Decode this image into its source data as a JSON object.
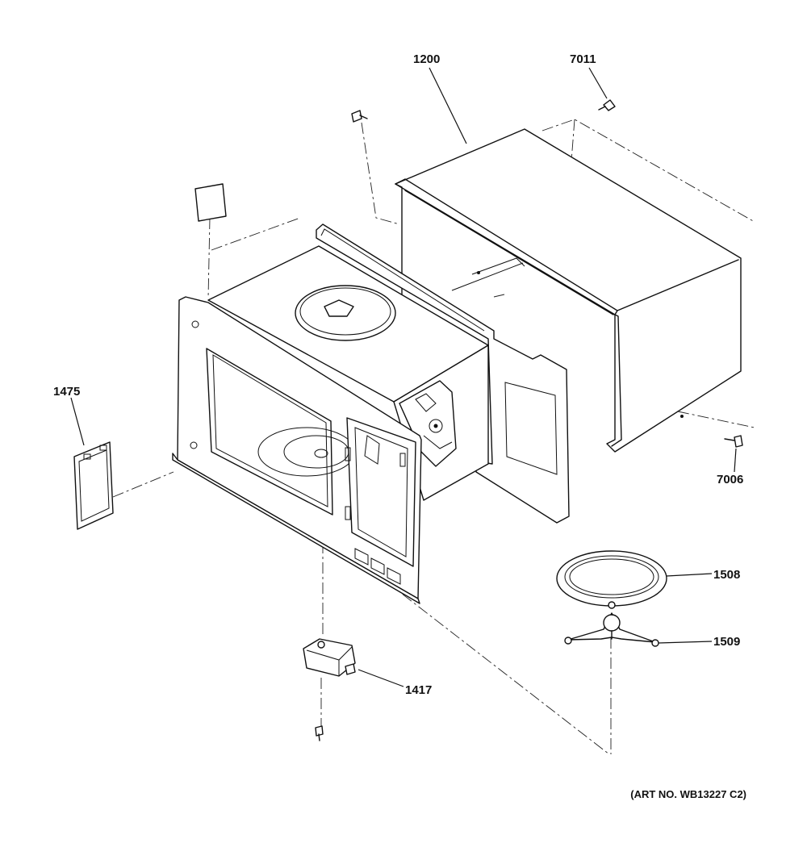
{
  "parts": [
    {
      "id": "p1200",
      "number": "1200",
      "name": "outer case cover"
    },
    {
      "id": "p7011",
      "number": "7011",
      "name": "screw"
    },
    {
      "id": "p7006",
      "number": "7006",
      "name": "screw"
    },
    {
      "id": "p1475",
      "number": "1475",
      "name": "waveguide cover"
    },
    {
      "id": "p1508",
      "number": "1508",
      "name": "glass turntable tray"
    },
    {
      "id": "p1509",
      "number": "1509",
      "name": "roller ring support"
    },
    {
      "id": "p1417",
      "number": "1417",
      "name": "turntable motor"
    }
  ],
  "labels": {
    "p1200": "1200",
    "p7011": "7011",
    "p7006": "7006",
    "p1475": "1475",
    "p1508": "1508",
    "p1509": "1509",
    "p1417": "1417"
  },
  "art_number": "(ART NO. WB13227 C2)"
}
